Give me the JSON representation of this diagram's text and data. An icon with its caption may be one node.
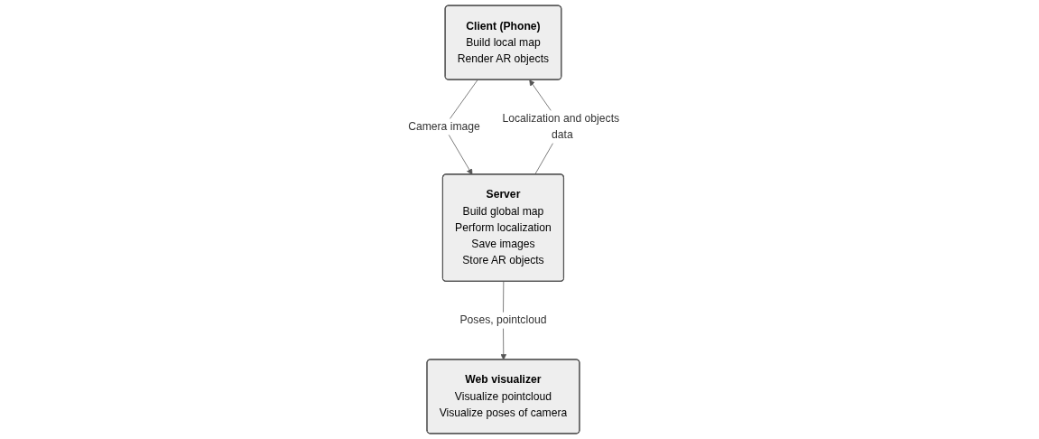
{
  "diagram": {
    "nodes": [
      {
        "text": [
          "Web visualizer",
          "Visualize pointcloud",
          "Visualize poses of camera"
        ]
      },
      {
        "text": [
          "Client (Phone)",
          "Build local map",
          "Render AR objects"
        ]
      },
      {
        "text": [
          "Server",
          "Build global map",
          "Perform localization",
          "Save images",
          "Store AR objects"
        ]
      }
    ],
    "edges": [
      {
        "from": 2,
        "to": 0,
        "arrow": "to",
        "label": "Poses, pointcloud"
      },
      {
        "from": 1,
        "to": 2,
        "arrow": "to",
        "label": "Camera image"
      },
      {
        "from": 2,
        "to": 1,
        "arrow": "to",
        "label": "Localization and objects data"
      }
    ]
  }
}
